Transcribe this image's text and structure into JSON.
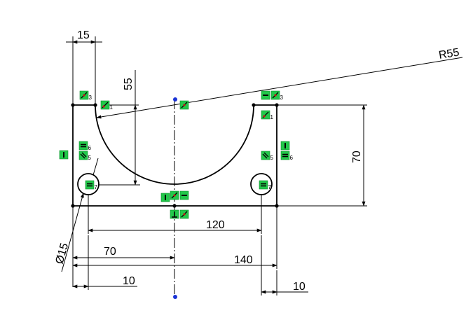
{
  "sketch": {
    "colors": {
      "geometry": "#000000",
      "dimension": "#000000",
      "relation_fill": "#22c84a",
      "relation_border": "#118a2e",
      "point": "#1a33d6"
    },
    "dimensions": {
      "d_top_width": "15",
      "d_arc_depth": "55",
      "d_arc_radius": "R55",
      "d_height": "70",
      "d_hole_spacing": "120",
      "d_hole_diameter": "Ø15",
      "d_half_width": "70",
      "d_total_width": "140",
      "d_left_offset": "10",
      "d_right_offset": "10"
    },
    "relations": [
      {
        "id": "r1",
        "icon": "coincident-icon",
        "sub": "3"
      },
      {
        "id": "r2",
        "icon": "tangent-icon",
        "sub": "1"
      },
      {
        "id": "r3",
        "icon": "coincident-icon",
        "sub": ""
      },
      {
        "id": "r4",
        "icon": "horizontal-icon",
        "sub": ""
      },
      {
        "id": "r5",
        "icon": "coincident-icon",
        "sub": "3"
      },
      {
        "id": "r6",
        "icon": "tangent-icon",
        "sub": "1"
      },
      {
        "id": "r7",
        "icon": "vertical-icon",
        "sub": ""
      },
      {
        "id": "r8",
        "icon": "equal-icon",
        "sub": "6"
      },
      {
        "id": "r9",
        "icon": "parallel-icon",
        "sub": "5"
      },
      {
        "id": "r10",
        "icon": "parallel-icon",
        "sub": "5"
      },
      {
        "id": "r11",
        "icon": "vertical-icon",
        "sub": ""
      },
      {
        "id": "r12",
        "icon": "equal-icon",
        "sub": "6"
      },
      {
        "id": "r13",
        "icon": "equal-icon",
        "sub": "7"
      },
      {
        "id": "r14",
        "icon": "equal-icon",
        "sub": "7"
      },
      {
        "id": "r15",
        "icon": "vertical-icon",
        "sub": ""
      },
      {
        "id": "r16",
        "icon": "coincident-icon",
        "sub": ""
      },
      {
        "id": "r17",
        "icon": "horizontal-icon",
        "sub": ""
      },
      {
        "id": "r18",
        "icon": "perpendicular-icon",
        "sub": ""
      },
      {
        "id": "r19",
        "icon": "coincident-icon",
        "sub": ""
      }
    ]
  }
}
